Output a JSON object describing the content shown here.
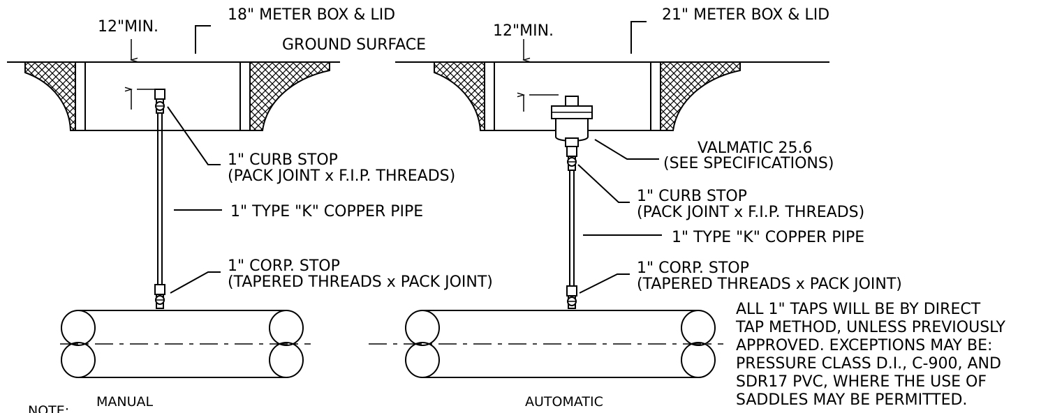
{
  "manual": {
    "box_label": "18\" METER BOX & LID",
    "min_depth": "12\"MIN.",
    "ground_surface": "GROUND SURFACE",
    "curb_stop_line1": "1\" CURB STOP",
    "curb_stop_line2": "(PACK JOINT x F.I.P. THREADS)",
    "pipe_label": "1\" TYPE \"K\" COPPER PIPE",
    "corp_stop_line1": "1\" CORP. STOP",
    "corp_stop_line2": "(TAPERED THREADS x PACK JOINT)",
    "caption": "MANUAL"
  },
  "automatic": {
    "box_label": "21\" METER BOX & LID",
    "min_depth": "12\"MIN.",
    "valve_line1": "VALMATIC 25.6",
    "valve_line2": "(SEE SPECIFICATIONS)",
    "curb_stop_line1": "1\" CURB STOP",
    "curb_stop_line2": "(PACK JOINT x F.I.P. THREADS)",
    "pipe_label": "1\" TYPE \"K\" COPPER PIPE",
    "corp_stop_line1": "1\" CORP. STOP",
    "corp_stop_line2": "(TAPERED THREADS x PACK JOINT)",
    "caption": "AUTOMATIC"
  },
  "note": {
    "heading": "NOTE:",
    "lines": [
      "ALL 1\" TAPS WILL BE BY DIRECT",
      "TAP METHOD, UNLESS PREVIOUSLY",
      "APPROVED. EXCEPTIONS MAY BE:",
      "PRESSURE CLASS D.I., C-900, AND",
      "SDR17 PVC, WHERE THE USE OF",
      "SADDLES MAY BE PERMITTED."
    ]
  }
}
